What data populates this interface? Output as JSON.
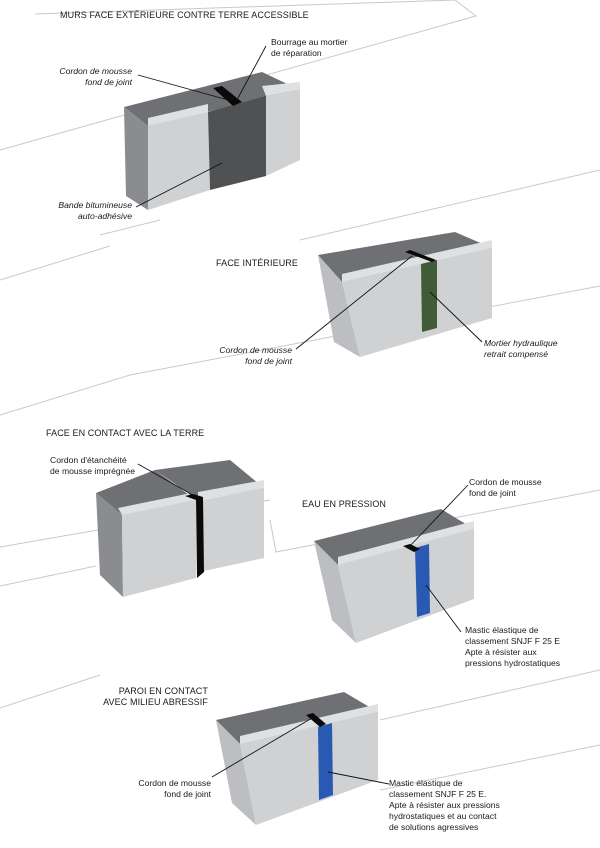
{
  "colors": {
    "top_face": "#6f7074",
    "side_face": "#8b8c90",
    "light_front": "#d0d1d3",
    "light_top": "#dfe0e2",
    "light_side": "#bdbec1",
    "bitumen_band": "#505153",
    "green_mortar": "#3f5c37",
    "blue_mastic": "#2a59b4",
    "joint": "#0a0a0a",
    "leader": "#111111",
    "guide_line": "#c9c9c9"
  },
  "sections": [
    {
      "title": [
        "MURS FACE EXTÉRIEURE CONTRE TERRE ACCESSIBLE"
      ],
      "labels": [
        {
          "lines": [
            "Bourrage au mortier",
            "de réparation"
          ],
          "italic": false
        },
        {
          "lines": [
            "Cordon de mousse",
            "fond de joint"
          ],
          "italic": true
        },
        {
          "lines": [
            "Bande bitumineuse",
            "auto-adhésive"
          ],
          "italic": true
        }
      ]
    },
    {
      "title": [
        "FACE INTÉRIEURE"
      ],
      "labels": [
        {
          "lines": [
            "Cordon de mousse",
            "fond de joint"
          ],
          "italic": true
        },
        {
          "lines": [
            "Mortier hydraulique",
            "retrait compensé"
          ],
          "italic": true
        }
      ]
    },
    {
      "title": [
        "FACE EN CONTACT AVEC LA TERRE"
      ],
      "labels": [
        {
          "lines": [
            "Cordon d'étanchéité",
            "de mousse imprégnée"
          ],
          "italic": false
        }
      ]
    },
    {
      "title": [
        "EAU EN PRESSION"
      ],
      "labels": [
        {
          "lines": [
            "Cordon de mousse",
            "fond de joint"
          ],
          "italic": false
        },
        {
          "lines": [
            "Mastic élastique de",
            "classement SNJF F 25 E",
            "Apte à résister aux",
            "pressions hydrostatiques"
          ],
          "italic": false
        }
      ]
    },
    {
      "title": [
        "PAROI EN CONTACT",
        "AVEC MILIEU ABRESSIF"
      ],
      "labels": [
        {
          "lines": [
            "Cordon de mousse",
            "fond de joint"
          ],
          "italic": false
        },
        {
          "lines": [
            "Mastic élastique de",
            "classement SNJF F 25 E.",
            "Apte à résister aux pressions",
            "hydrostatiques et au contact",
            "de solutions agressives"
          ],
          "italic": false
        }
      ]
    }
  ]
}
